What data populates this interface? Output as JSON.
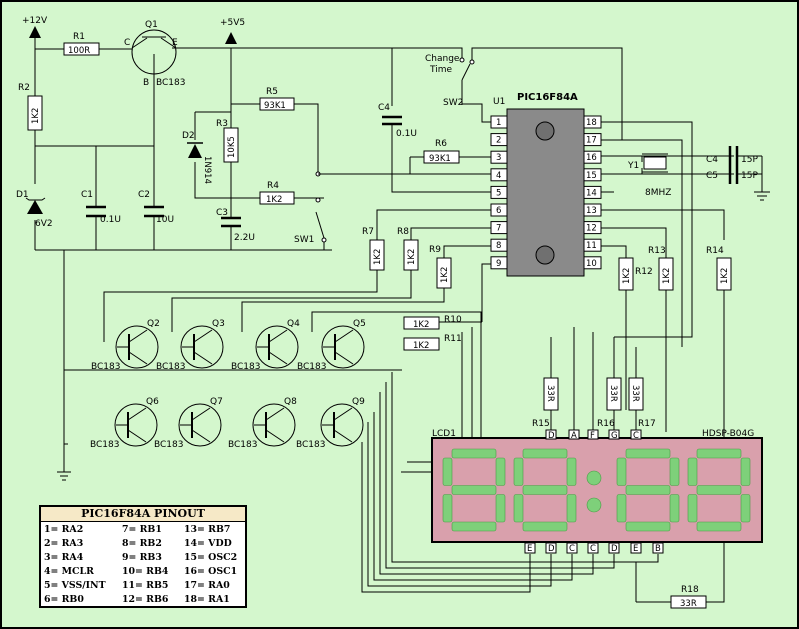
{
  "supplies": {
    "v12": "+12V",
    "v5": "+5V5"
  },
  "ic": {
    "ref": "U1",
    "name": "PIC16F84A",
    "left_pins": [
      "1",
      "2",
      "3",
      "4",
      "5",
      "6",
      "7",
      "8",
      "9"
    ],
    "right_pins": [
      "18",
      "17",
      "16",
      "15",
      "14",
      "13",
      "12",
      "11",
      "10"
    ]
  },
  "transistors": {
    "q1": {
      "ref": "Q1",
      "part": "BC183",
      "c": "C",
      "e": "E",
      "b": "B"
    },
    "labels": [
      "Q2",
      "Q3",
      "Q4",
      "Q5",
      "Q6",
      "Q7",
      "Q8",
      "Q9"
    ],
    "part": "BC183"
  },
  "resistors": {
    "r1": {
      "ref": "R1",
      "val": "100R"
    },
    "r2": {
      "ref": "R2",
      "val": "1K2"
    },
    "r3": {
      "ref": "R3",
      "val": "10K5"
    },
    "r4": {
      "ref": "R4",
      "val": "1K2"
    },
    "r5": {
      "ref": "R5",
      "val": "93K1"
    },
    "r6": {
      "ref": "R6",
      "val": "93K1"
    },
    "r7": {
      "ref": "R7",
      "val": "1K2"
    },
    "r8": {
      "ref": "R8",
      "val": "1K2"
    },
    "r9": {
      "ref": "R9",
      "val": "1K2"
    },
    "r10": {
      "ref": "R10",
      "val": "1K2"
    },
    "r11": {
      "ref": "R11",
      "val": "1K2"
    },
    "r12": {
      "ref": "R12",
      "val": "1K2"
    },
    "r13": {
      "ref": "R13",
      "val": "1K2"
    },
    "r14": {
      "ref": "R14",
      "val": "1K2"
    },
    "r15": {
      "ref": "R15",
      "val": "33R"
    },
    "r16": {
      "ref": "R16",
      "val": "33R"
    },
    "r17": {
      "ref": "R17",
      "val": "33R"
    },
    "r18": {
      "ref": "R18",
      "val": "33R"
    }
  },
  "capacitors": {
    "c1": {
      "ref": "C1",
      "val": "0.1U"
    },
    "c2": {
      "ref": "C2",
      "val": "10U"
    },
    "c3": {
      "ref": "C3",
      "val": "2.2U"
    },
    "c4": {
      "ref": "C4",
      "val": "0.1U"
    },
    "c4x": {
      "ref": "C4",
      "val": "15P"
    },
    "c5": {
      "ref": "C5",
      "val": "15P"
    }
  },
  "diodes": {
    "d1": {
      "ref": "D1",
      "val": "6V2"
    },
    "d2": {
      "ref": "D2",
      "val": "1N914"
    }
  },
  "crystal": {
    "ref": "Y1",
    "val": "8MHZ"
  },
  "switches": {
    "sw1": "SW1",
    "sw2": "SW2",
    "change_label": [
      "Change",
      "Time"
    ]
  },
  "lcd": {
    "ref": "LCD1",
    "part": "HDSP-B04G",
    "top_pins": [
      "D",
      "A",
      "F",
      "G",
      "C"
    ],
    "bottom_pins": [
      "E",
      "D",
      "C",
      "C",
      "D",
      "E",
      "B"
    ]
  },
  "pinout": {
    "title": "PIC16F84A  PINOUT",
    "rows": [
      [
        "1= RA2",
        "7= RB1",
        "13= RB7"
      ],
      [
        "2= RA3",
        "8= RB2",
        "14= VDD"
      ],
      [
        "3= RA4",
        "9= RB3",
        "15= OSC2"
      ],
      [
        "4= MCLR",
        "10= RB4",
        "16= OSC1"
      ],
      [
        "5= VSS/INT",
        "11= RB5",
        "17= RA0"
      ],
      [
        "6= RB0",
        "12= RB6",
        "18= RA1"
      ]
    ]
  }
}
